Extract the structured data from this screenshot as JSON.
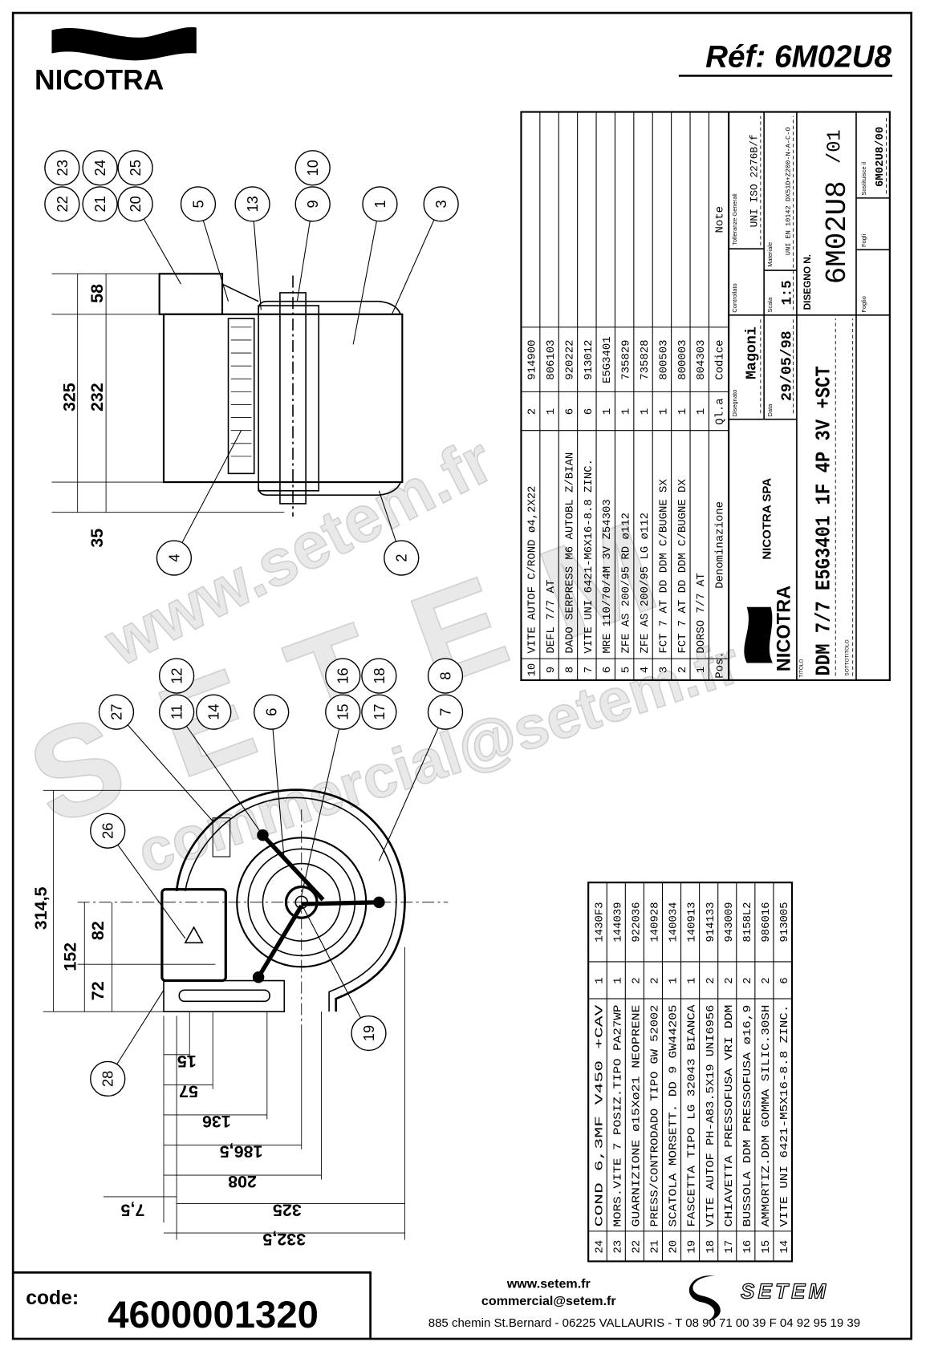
{
  "header": {
    "brand": "NICOTRA",
    "reference": "Réf: 6M02U8"
  },
  "parts_table": {
    "headers": {
      "pos": "Pos.",
      "name": "Denominazione",
      "qty": "Ql.a",
      "code": "Codice",
      "note": "Note"
    },
    "rows": [
      {
        "pos": "10",
        "name": "VITE AUTOF C/ROND ø4,2X22",
        "qty": "2",
        "code": "914900"
      },
      {
        "pos": "9",
        "name": "DEFL 7/7 AT",
        "qty": "1",
        "code": "806103"
      },
      {
        "pos": "8",
        "name": "DADO SERPRESS M6 AUTOBL Z/BIAN",
        "qty": "6",
        "code": "920222"
      },
      {
        "pos": "7",
        "name": "VITE UNI 6421-M6X16-8.8 ZINC.",
        "qty": "6",
        "code": "913012"
      },
      {
        "pos": "6",
        "name": "MRE 110/70/4M 3V Z54303",
        "qty": "1",
        "code": "E5G3401"
      },
      {
        "pos": "5",
        "name": "ZFE AS 200/95 RD ø112",
        "qty": "1",
        "code": "735829"
      },
      {
        "pos": "4",
        "name": "ZFE AS 200/95 LG ø112",
        "qty": "1",
        "code": "735828"
      },
      {
        "pos": "3",
        "name": "FCT 7 AT DD DDM C/BUGNE SX",
        "qty": "1",
        "code": "800503"
      },
      {
        "pos": "2",
        "name": "FCT 7 AT DD DDM C/BUGNE DX",
        "qty": "1",
        "code": "800003"
      },
      {
        "pos": "1",
        "name": "DORSO 7/7 AT",
        "qty": "1",
        "code": "804303"
      }
    ]
  },
  "parts_table_2": {
    "rows": [
      {
        "pos": "24",
        "name": "COND 6,3MF V450 +CAV",
        "qty": "1",
        "code": "1430F3"
      },
      {
        "pos": "23",
        "name": "MORS.VITE 7 POSIZ.TIPO PA27WP",
        "qty": "1",
        "code": "144039"
      },
      {
        "pos": "22",
        "name": "GUARNIZIONE ø15Xø21 NEOPRENE",
        "qty": "2",
        "code": "922036"
      },
      {
        "pos": "21",
        "name": "PRESS/CONTRODADO TIPO GW 52002",
        "qty": "2",
        "code": "140928"
      },
      {
        "pos": "20",
        "name": "SCATOLA MORSETT. DD 9  GW44205",
        "qty": "1",
        "code": "140034"
      },
      {
        "pos": "19",
        "name": "FASCETTA TIPO LG 32043 BIANCA",
        "qty": "1",
        "code": "140913"
      },
      {
        "pos": "18",
        "name": "VITE AUTOF PH-A83.5X19 UNI6956",
        "qty": "2",
        "code": "914133"
      },
      {
        "pos": "17",
        "name": "CHIAVETTA PRESSOFUSA VRI DDM",
        "qty": "2",
        "code": "943009"
      },
      {
        "pos": "16",
        "name": "BUSSOLA DDM PRESSOFUSA ø16,9",
        "qty": "2",
        "code": "8158L2"
      },
      {
        "pos": "15",
        "name": "AMMORTIZ.DDM GOMMA SILIC.30SH",
        "qty": "2",
        "code": "986016"
      },
      {
        "pos": "14",
        "name": "VITE UNI 6421-M5X16-8.8 ZINC.",
        "qty": "6",
        "code": "913005"
      }
    ]
  },
  "title_block": {
    "company_logo": "NICOTRA",
    "company": "NICOTRA SPA",
    "drawn_label": "Disegnato",
    "drawn_value": "Magoni",
    "checked_label": "Controllato",
    "tolerance_label": "Tolleranze Generali",
    "tolerance_value": "UNI ISO 2276B/f",
    "date_label": "Data",
    "date_value": "29/05/98",
    "scale_label": "Scala",
    "scale_value": "1:5",
    "material_label": "Materiale",
    "material_value": "UNI EN 10142 DX51D+Z200-N-A-C-O",
    "title_label": "TITOLO",
    "title_value": "DDM 7/7 E5G3401 1F 4P 3V +SCT",
    "subtitle_label": "SOTTOTITOLO",
    "drawing_no_label": "DISEGNO N.",
    "drawing_no_value": "6M02U8",
    "drawing_rev": "/01",
    "sheet_label": "Foglio",
    "sheets_label": "Fogli",
    "replaces_label": "Sostituisce il",
    "replaces_value": "6M02U8/00"
  },
  "drawing": {
    "balloons_top": [
      "23",
      "24",
      "25",
      "22",
      "21",
      "20",
      "5",
      "13",
      "9",
      "10",
      "1",
      "3",
      "4",
      "2"
    ],
    "balloons_front": [
      "12",
      "11",
      "14",
      "27",
      "6",
      "16",
      "18",
      "15",
      "17",
      "8",
      "7",
      "26",
      "19",
      "28"
    ],
    "dims_top": [
      "58",
      "325",
      "232",
      "35"
    ],
    "dims_front_vertical": [
      "314,5",
      "152",
      "82",
      "72"
    ],
    "dims_front_horizontal": [
      "15",
      "57",
      "136",
      "186,5",
      "208",
      "325",
      "7,5",
      "332,5"
    ]
  },
  "footer": {
    "code_label": "code:",
    "code_value": "4600001320",
    "website": "www.setem.fr",
    "email": "commercial@setem.fr",
    "address": "885 chemin St.Bernard  -  06225 VALLAURIS  -  T 08 90 71 00 39   F 04 92 95 19 39",
    "logo_text": "SETEM"
  },
  "watermark": {
    "website": "www.setem.fr",
    "brand": "SETEM",
    "email": "commercial@setem.fr"
  }
}
